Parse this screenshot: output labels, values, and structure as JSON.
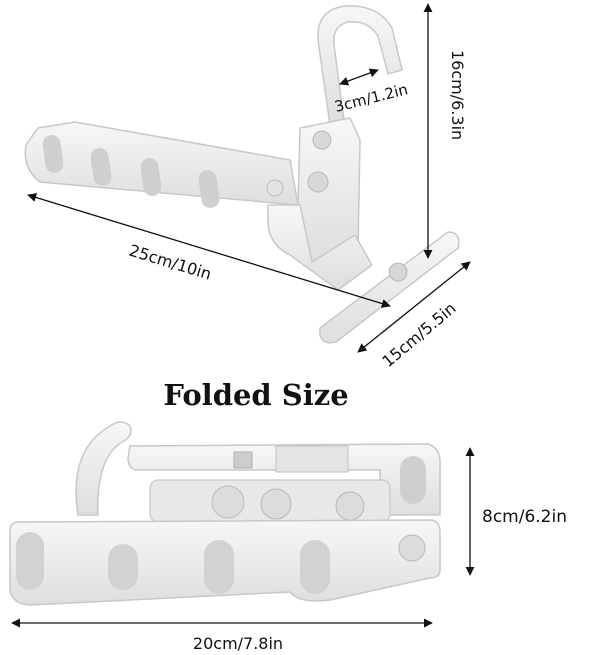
{
  "unfolded": {
    "hook_opening": "3cm/1.2in",
    "height": "16cm/6.3in",
    "length": "25cm/10in",
    "width": "15cm/5.5in"
  },
  "section_title": "Folded Size",
  "folded": {
    "height": "8cm/6.2in",
    "length": "20cm/7.8in"
  },
  "colors": {
    "product_fill": "#eeeeee",
    "product_stroke": "#c8c8c8",
    "product_shadow": "#d6d6d6",
    "arrow": "#111111"
  }
}
